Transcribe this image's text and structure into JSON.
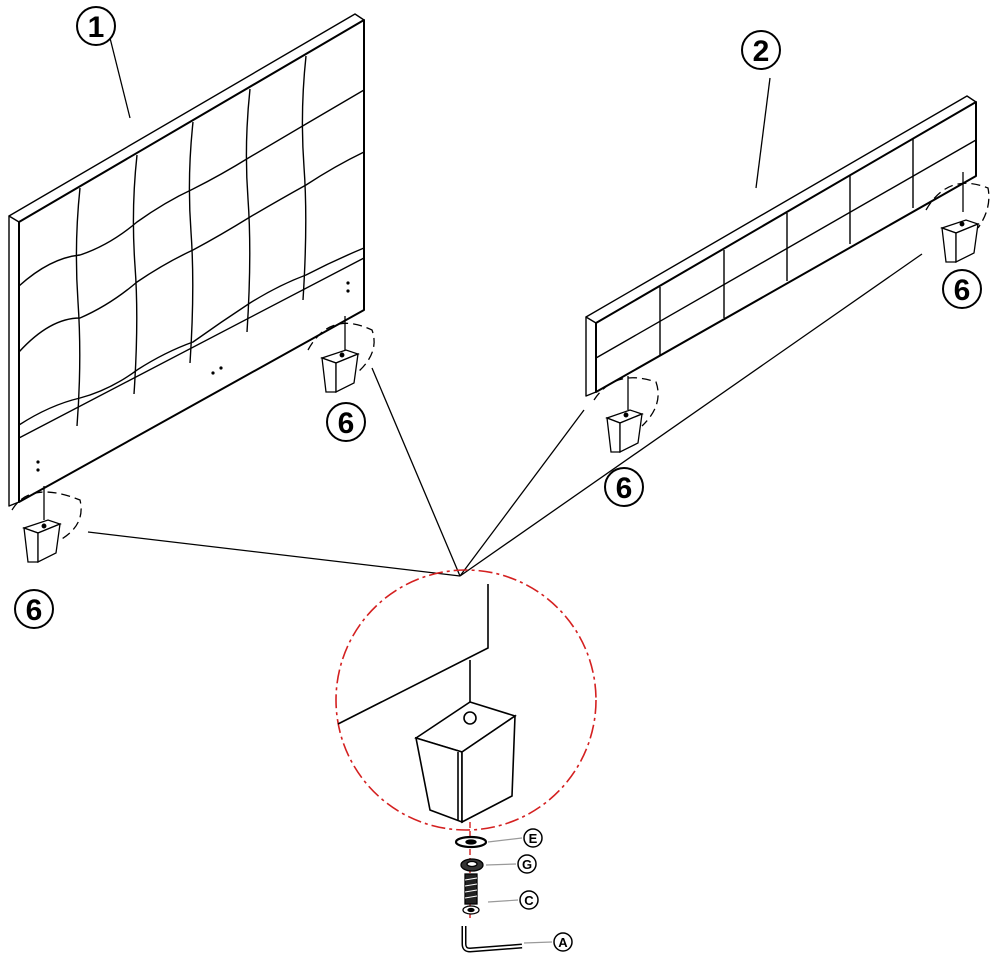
{
  "parts": {
    "headboard": "1",
    "footboard": "2",
    "leg": "6"
  },
  "hardware": {
    "e": "E",
    "g": "G",
    "c": "C",
    "a": "A"
  },
  "colors": {
    "line": "#000000",
    "detail_circle": "#d42020",
    "hardware_leader": "#9a9a9a"
  }
}
